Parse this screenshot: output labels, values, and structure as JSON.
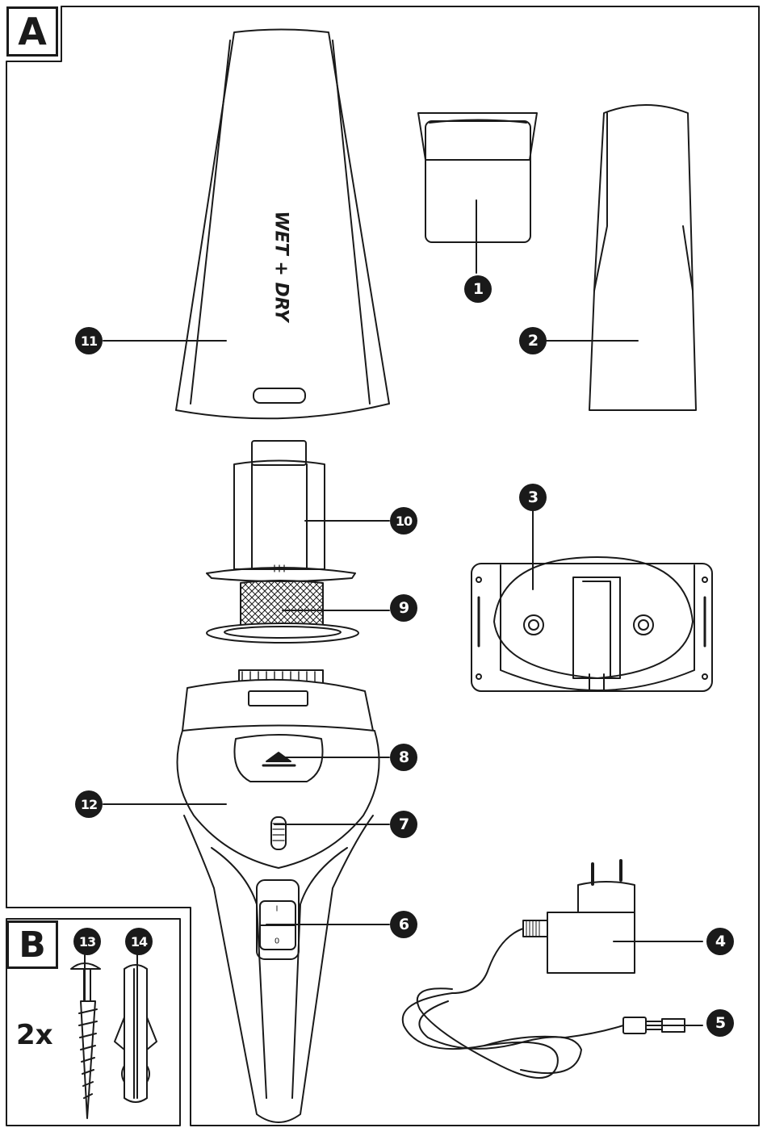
{
  "panels": {
    "a": {
      "label": "A"
    },
    "b": {
      "label": "B",
      "quantity": "2x"
    }
  },
  "product_print": "WET + DRY",
  "power_switch": {
    "on": "I",
    "off": "0"
  },
  "callouts": [
    {
      "id": "1",
      "part": "crevice-nozzle"
    },
    {
      "id": "2",
      "part": "extension-nozzle"
    },
    {
      "id": "3",
      "part": "wall-holder"
    },
    {
      "id": "4",
      "part": "power-adapter"
    },
    {
      "id": "5",
      "part": "charging-plug"
    },
    {
      "id": "6",
      "part": "on-off-switch"
    },
    {
      "id": "7",
      "part": "charge-indicator"
    },
    {
      "id": "8",
      "part": "release-button"
    },
    {
      "id": "9",
      "part": "fine-filter"
    },
    {
      "id": "10",
      "part": "filter-holder"
    },
    {
      "id": "11",
      "part": "dirt-container"
    },
    {
      "id": "12",
      "part": "motor-unit"
    },
    {
      "id": "13",
      "part": "screw"
    },
    {
      "id": "14",
      "part": "wall-plug"
    }
  ]
}
